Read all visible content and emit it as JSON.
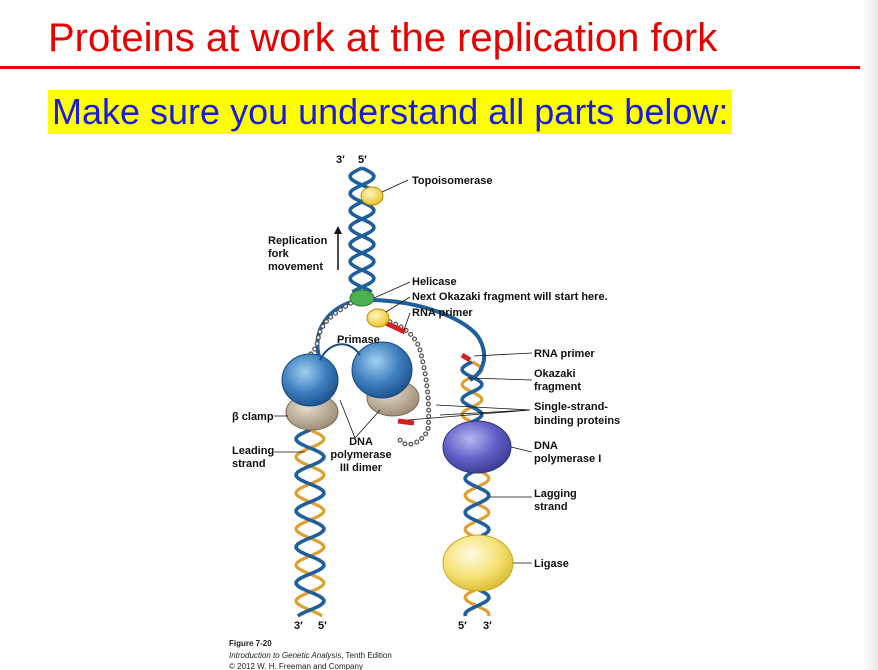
{
  "slide": {
    "title": "Proteins at work at the replication fork",
    "subtitle": "Make sure you understand all parts below:"
  },
  "colors": {
    "title": "#e60000",
    "subtitle_text": "#1a1ae6",
    "subtitle_highlight": "#ffff00",
    "strand_blue": "#1f5f9c",
    "strand_orange": "#e0a030",
    "polymerase_iii": "#3f7fc0",
    "polymerase_i": "#6060c8",
    "ligase": "#f5e070",
    "beta_clamp": "#b9a88f",
    "helicase": "#4caf50",
    "rna_primer": "#d42020"
  },
  "figure": {
    "strand_ends": {
      "top_3": "3′",
      "top_5": "5′",
      "left_bottom_3": "3′",
      "left_bottom_5": "5′",
      "right_bottom_5": "5′",
      "right_bottom_3": "3′"
    },
    "labels": {
      "topoisomerase": "Topoisomerase",
      "replication_fork_movement": [
        "Replication",
        "fork",
        "movement"
      ],
      "helicase": "Helicase",
      "next_okazaki": "Next Okazaki fragment will start here.",
      "rna_primer_top": "RNA primer",
      "primase": "Primase",
      "rna_primer_right": "RNA primer",
      "okazaki_fragment": [
        "Okazaki",
        "fragment"
      ],
      "beta_clamp": "β clamp",
      "single_strand_binding": [
        "Single-strand-",
        "binding proteins"
      ],
      "leading_strand": [
        "Leading",
        "strand"
      ],
      "dna_polymerase_iii_dimer": [
        "DNA",
        "polymerase",
        "III dimer"
      ],
      "dna_polymerase_i": [
        "DNA",
        "polymerase I"
      ],
      "lagging_strand": [
        "Lagging",
        "strand"
      ],
      "ligase": "Ligase"
    },
    "caption": {
      "figure_number": "Figure 7-20",
      "book_title": "Introduction to Genetic Analysis",
      "edition": ", Tenth Edition",
      "copyright": "© 2012 W. H. Freeman and Company"
    }
  }
}
